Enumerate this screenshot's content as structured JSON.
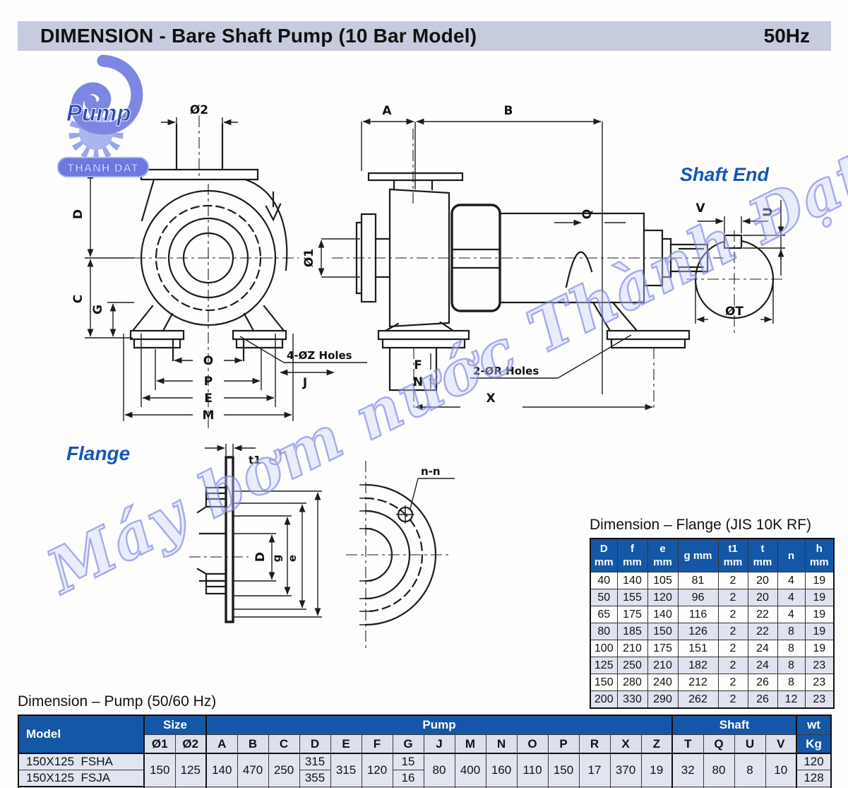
{
  "header": {
    "title": "DIMENSION - Bare Shaft Pump (10 Bar Model)",
    "frequency": "50Hz",
    "bar_color": "#c6cbde"
  },
  "logo": {
    "word": "Pump",
    "badge": "THANH DAT",
    "accent": "#7d87e3"
  },
  "watermark": {
    "text": "Máy bơm nước Thành Đạt",
    "color": "#8f9ae8"
  },
  "diagram": {
    "front": {
      "o2": "Ø2",
      "d": "D",
      "c": "C",
      "g": "G",
      "o": "O",
      "p": "P",
      "e": "E",
      "m": "M",
      "j": "J",
      "holes": "4-ØZ Holes"
    },
    "side": {
      "a": "A",
      "b": "B",
      "o1": "Ø1",
      "q": "Q",
      "f": "F",
      "n": "N",
      "x": "X",
      "holes": "2-ØR Holes"
    },
    "shaft_end": {
      "title": "Shaft End",
      "v": "V",
      "u": "U",
      "t": "ØT"
    },
    "flange": {
      "title": "Flange",
      "t1": "t1",
      "d": "D",
      "g": "g",
      "e": "e",
      "nn": "n-n"
    }
  },
  "flange_table": {
    "title": "Dimension – Flange (JIS 10K RF)",
    "header_bg": "#1457a6",
    "columns": [
      {
        "l1": "D",
        "l2": "mm"
      },
      {
        "l1": "f",
        "l2": "mm"
      },
      {
        "l1": "e",
        "l2": "mm"
      },
      {
        "l1": "g mm",
        "l2": ""
      },
      {
        "l1": "t1",
        "l2": "mm"
      },
      {
        "l1": "t",
        "l2": "mm"
      },
      {
        "l1": "n",
        "l2": ""
      },
      {
        "l1": "h",
        "l2": "mm"
      }
    ],
    "rows": [
      [
        "40",
        "140",
        "105",
        "81",
        "2",
        "20",
        "4",
        "19"
      ],
      [
        "50",
        "155",
        "120",
        "96",
        "2",
        "20",
        "4",
        "19"
      ],
      [
        "65",
        "175",
        "140",
        "116",
        "2",
        "22",
        "4",
        "19"
      ],
      [
        "80",
        "185",
        "150",
        "126",
        "2",
        "22",
        "8",
        "19"
      ],
      [
        "100",
        "210",
        "175",
        "151",
        "2",
        "24",
        "8",
        "19"
      ],
      [
        "125",
        "250",
        "210",
        "182",
        "2",
        "24",
        "8",
        "23"
      ],
      [
        "150",
        "280",
        "240",
        "212",
        "2",
        "26",
        "8",
        "23"
      ],
      [
        "200",
        "330",
        "290",
        "262",
        "2",
        "26",
        "12",
        "23"
      ]
    ]
  },
  "pump_table": {
    "title": "Dimension – Pump (50/60 Hz)",
    "groups": {
      "model": "Model",
      "size": "Size",
      "pump": "Pump",
      "shaft": "Shaft",
      "wt": "wt",
      "wt_unit": "Kg"
    },
    "size_cols": [
      "Ø1",
      "Ø2"
    ],
    "pump_cols": [
      "A",
      "B",
      "C",
      "D",
      "E",
      "F",
      "G",
      "J",
      "M",
      "N",
      "O",
      "P",
      "R",
      "X",
      "Z"
    ],
    "shaft_cols": [
      "T",
      "Q",
      "U",
      "V"
    ],
    "rows": {
      "model_1": "150X125  FSHA",
      "model_2": "150X125  FSJA",
      "o1": "150",
      "o2": "125",
      "A": "140",
      "B": "470",
      "C": "250",
      "D_1": "315",
      "D_2": "355",
      "E": "315",
      "F": "120",
      "G_1": "15",
      "G_2": "16",
      "J": "80",
      "M": "400",
      "N": "160",
      "O": "110",
      "P": "150",
      "R": "17",
      "X": "370",
      "Z": "19",
      "T": "32",
      "Q": "80",
      "U": "8",
      "V": "10",
      "wt_1": "120",
      "wt_2": "128",
      "partial_x": "370"
    }
  }
}
